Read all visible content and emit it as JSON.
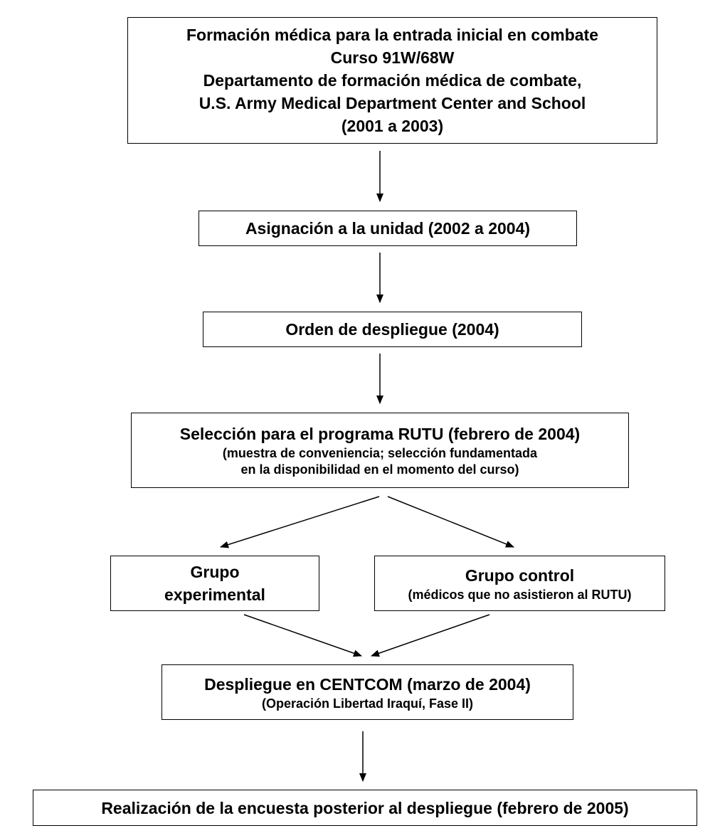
{
  "boxes": {
    "training": {
      "line1": "Formación médica para la entrada inicial en combate",
      "line2": "Curso 91W/68W",
      "line3": "Departamento de formación médica de combate,",
      "line4": "U.S. Army Medical Department Center and School",
      "line5": "(2001 a 2003)"
    },
    "assignment": {
      "text": "Asignación a la unidad (2002 a 2004)"
    },
    "deployment_order": {
      "text": "Orden de despliegue (2004)"
    },
    "selection": {
      "line1": "Selección para el programa RUTU (febrero de 2004)",
      "line2": "(muestra de conveniencia; selección fundamentada",
      "line3": "en la disponibilidad en el momento del curso)"
    },
    "experimental": {
      "line1": "Grupo",
      "line2": "experimental"
    },
    "control": {
      "line1": "Grupo control",
      "line2": "(médicos que no asistieron al RUTU)"
    },
    "centcom": {
      "line1": "Despliegue en CENTCOM (marzo de 2004)",
      "line2": "(Operación Libertad Iraquí, Fase II)"
    },
    "survey": {
      "text": "Realización de la encuesta posterior al despliegue (febrero de 2005)"
    }
  }
}
